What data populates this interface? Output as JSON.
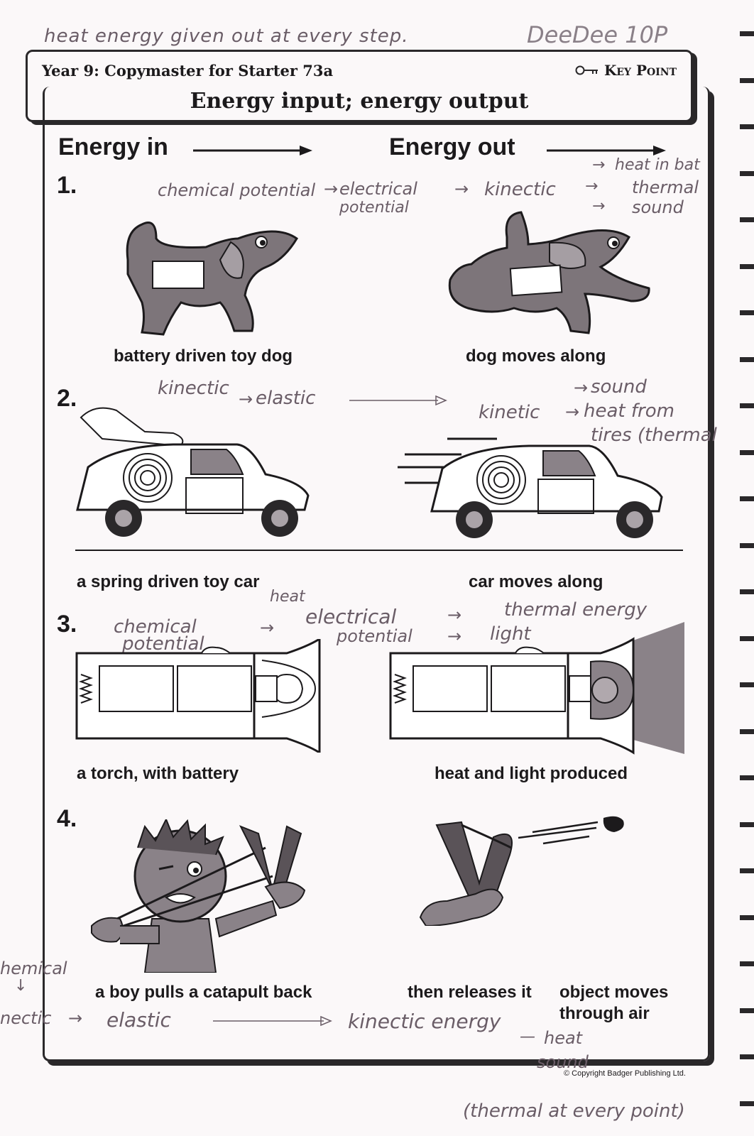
{
  "handwriting": {
    "top_note": "heat energy given out at every step.",
    "author": "DeeDee 10P",
    "ex1": {
      "a": "chemical potential",
      "b": "electrical",
      "c": "potential",
      "d": "kinectic",
      "e": "heat in bat",
      "f": "thermal",
      "g": "sound"
    },
    "ex2": {
      "a": "kinectic",
      "b": "elastic",
      "c": "sound",
      "d": "kinetic",
      "e": "heat from",
      "f": "tires (thermal"
    },
    "ex3": {
      "a": "chemical",
      "b": "potential",
      "c": "heat",
      "d": "electrical",
      "e": "potential",
      "f": "thermal energy",
      "g": "light"
    },
    "ex4": {
      "a": "hemical",
      "b": "nectic",
      "c": "elastic",
      "d": "kinectic energy",
      "e": "heat",
      "f": "sound"
    },
    "bottom_note": "(thermal at every point)"
  },
  "header": {
    "left_title": "Year 9: Copymaster for Starter 73a",
    "key_point": "Key Point",
    "main_title": "Energy input; energy output"
  },
  "columns": {
    "in": "Energy in",
    "out": "Energy out"
  },
  "examples": [
    {
      "number": "1.",
      "left_caption": "battery driven toy dog",
      "right_caption": "dog moves along"
    },
    {
      "number": "2.",
      "left_caption": "a spring driven toy car",
      "right_caption": "car moves along"
    },
    {
      "number": "3.",
      "left_caption": "a torch, with battery",
      "right_caption": "heat and light produced"
    },
    {
      "number": "4.",
      "left_caption": "a boy pulls a catapult back",
      "right_caption": "then releases it",
      "right_caption_2": "object moves",
      "right_caption_3": "through air"
    }
  ],
  "copyright": "© Copyright Badger Publishing Ltd."
}
